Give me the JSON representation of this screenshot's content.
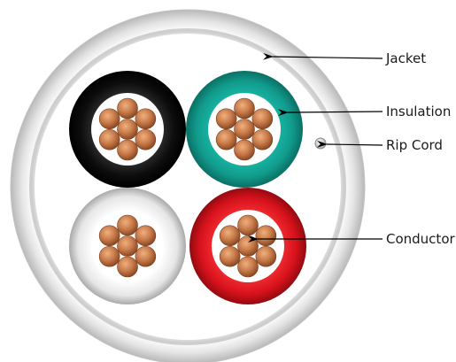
{
  "labels": {
    "jacket": "Jacket",
    "insulation": "Insulation",
    "rip_cord": "Rip Cord",
    "conductor": "Conductor"
  },
  "colors": {
    "jacket": "#e9e9e9",
    "insulation_black": "#0d0d0d",
    "insulation_teal": "#119b8c",
    "insulation_white": "#e6e6e6",
    "insulation_red": "#d8121c",
    "conductor_strand": "#c87a4a",
    "callout_line": "#000000"
  },
  "conductors": [
    {
      "name": "black-insulated-conductor",
      "insulation": "insulation_black"
    },
    {
      "name": "teal-insulated-conductor",
      "insulation": "insulation_teal"
    },
    {
      "name": "white-insulated-conductor",
      "insulation": "insulation_white"
    },
    {
      "name": "red-insulated-conductor",
      "insulation": "insulation_red"
    }
  ]
}
